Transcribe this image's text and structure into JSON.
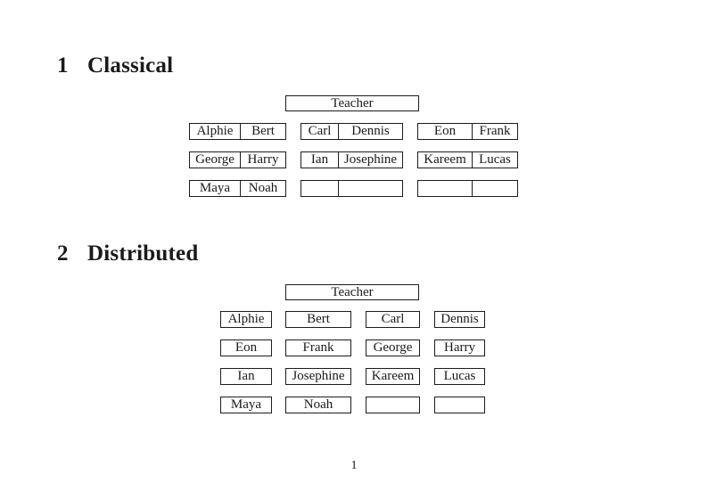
{
  "page": {
    "number": "1"
  },
  "sections": {
    "classical": {
      "number": "1",
      "title": "Classical",
      "teacher_label": "Teacher",
      "rows": [
        [
          [
            "Alphie",
            "Bert"
          ],
          [
            "Carl",
            "Dennis"
          ],
          [
            "Eon",
            "Frank"
          ]
        ],
        [
          [
            "George",
            "Harry"
          ],
          [
            "Ian",
            "Josephine"
          ],
          [
            "Kareem",
            "Lucas"
          ]
        ],
        [
          [
            "Maya",
            "Noah"
          ],
          [
            "",
            ""
          ],
          [
            "",
            ""
          ]
        ]
      ]
    },
    "distributed": {
      "number": "2",
      "title": "Distributed",
      "teacher_label": "Teacher",
      "rows": [
        [
          "Alphie",
          "Bert",
          "Carl",
          "Dennis"
        ],
        [
          "Eon",
          "Frank",
          "George",
          "Harry"
        ],
        [
          "Ian",
          "Josephine",
          "Kareem",
          "Lucas"
        ],
        [
          "Maya",
          "Noah",
          "",
          ""
        ]
      ]
    }
  },
  "colors": {
    "ink": "#1a1a1a",
    "border": "#1c1c1c",
    "background": "#ffffff"
  }
}
